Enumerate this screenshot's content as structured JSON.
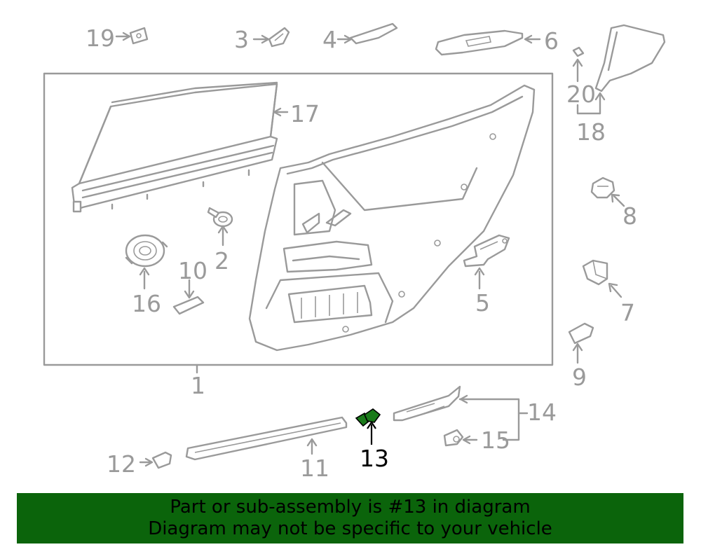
{
  "callouts": {
    "c1": "1",
    "c2": "2",
    "c3": "3",
    "c4": "4",
    "c5": "5",
    "c6": "6",
    "c7": "7",
    "c8": "8",
    "c9": "9",
    "c10": "10",
    "c11": "11",
    "c12": "12",
    "c13": "13",
    "c14": "14",
    "c15": "15",
    "c16": "16",
    "c17": "17",
    "c18": "18",
    "c19": "19",
    "c20": "20"
  },
  "highlight": {
    "part": "13",
    "color": "#1a7a1a"
  },
  "banner": {
    "line1": "Part or sub-assembly is #13 in diagram",
    "line2": "Diagram may not be specific to your vehicle",
    "background": "#0b640b",
    "text_color": "#000000"
  },
  "colors": {
    "line": "#9a9a9a",
    "highlight_stroke": "#000000"
  }
}
